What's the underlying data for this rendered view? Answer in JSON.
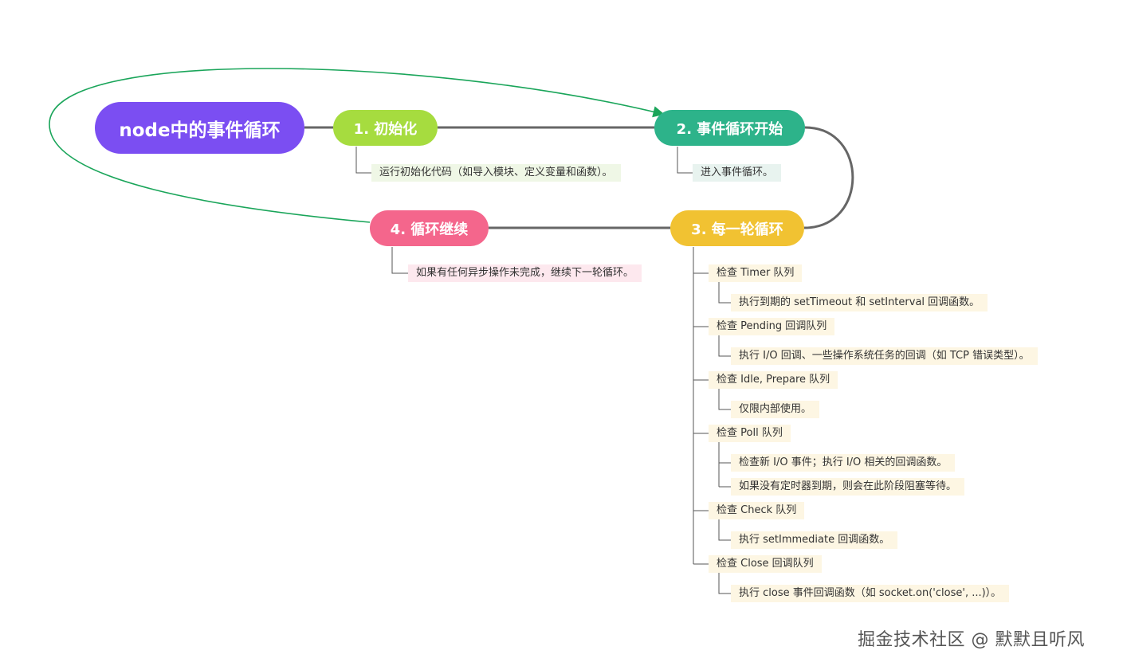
{
  "root": {
    "label": "node中的事件循环"
  },
  "steps": [
    {
      "label": "1. 初始化",
      "color": "#a6dc3f",
      "note": "运行初始化代码（如导入模块、定义变量和函数）。"
    },
    {
      "label": "2. 事件循环开始",
      "color": "#2db38a",
      "note": "进入事件循环。"
    },
    {
      "label": "3. 每一轮循环",
      "color": "#f1c232"
    },
    {
      "label": "4. 循环继续",
      "color": "#f4668c",
      "note": "如果有任何异步操作未完成，继续下一轮循环。"
    }
  ],
  "phases": [
    {
      "title": "检查 Timer 队列",
      "details": [
        "执行到期的 setTimeout 和 setInterval 回调函数。"
      ]
    },
    {
      "title": "检查 Pending 回调队列",
      "details": [
        "执行 I/O 回调、一些操作系统任务的回调（如 TCP 错误类型）。"
      ]
    },
    {
      "title": "检查 Idle, Prepare 队列",
      "details": [
        "仅限内部使用。"
      ]
    },
    {
      "title": "检查 Poll 队列",
      "details": [
        "检查新 I/O 事件；执行 I/O 相关的回调函数。",
        "如果没有定时器到期，则会在此阶段阻塞等待。"
      ]
    },
    {
      "title": "检查 Check 队列",
      "details": [
        "执行 setImmediate 回调函数。"
      ]
    },
    {
      "title": "检查 Close 回调队列",
      "details": [
        "执行 close 事件回调函数（如 socket.on('close', ...)）。"
      ]
    }
  ],
  "colors": {
    "root": "#7b4ef2",
    "connector": "#666666",
    "loop_arrow": "#1aa55a"
  },
  "watermark": "掘金技术社区 @ 默默且听风"
}
